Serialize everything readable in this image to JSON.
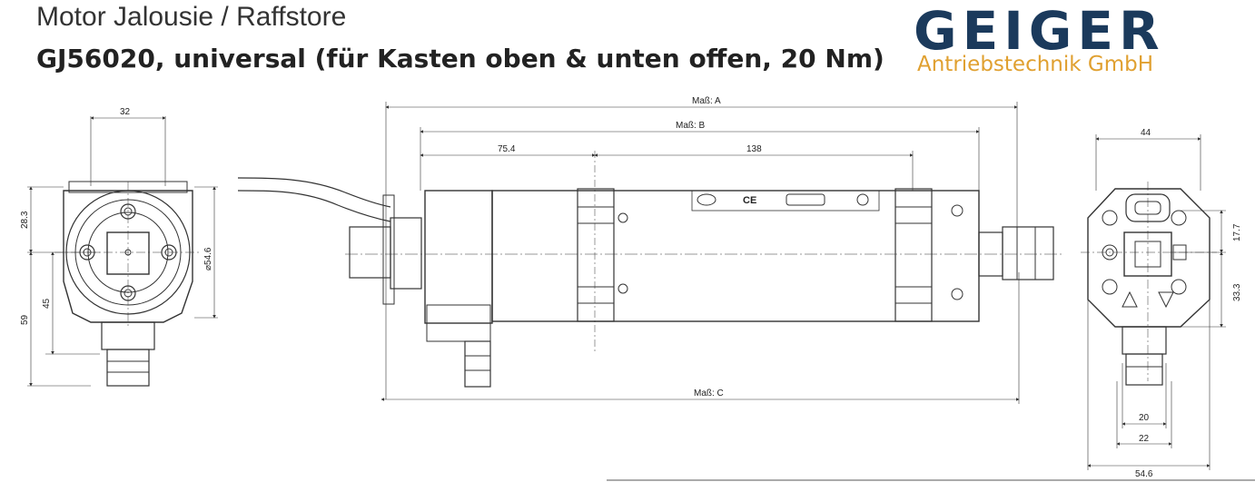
{
  "header": {
    "title": "Motor Jalousie / Raffstore",
    "model": "GJ56020, universal",
    "description": "(für Kasten oben & unten offen, 20 Nm)"
  },
  "brand": {
    "name": "GEIGER",
    "subtitle": "Antriebstechnik GmbH",
    "primary_color": "#1b3a5c",
    "accent_color": "#e0a030"
  },
  "dimensions": {
    "left_view": {
      "top_width": "32",
      "height_upper": "28.3",
      "height_mid": "45",
      "height_total": "59",
      "diameter": "⌀54.6"
    },
    "side_view": {
      "mass_a": "Maß: A",
      "mass_b": "Maß: B",
      "mass_c": "Maß: C",
      "offset_1": "75.4",
      "offset_2": "138"
    },
    "right_view": {
      "top_width": "44",
      "height_a": "17.7",
      "height_b": "33.3",
      "width_1": "20",
      "width_2": "22",
      "width_3": "54.6"
    }
  },
  "labels": {
    "ce_mark": "CE"
  }
}
